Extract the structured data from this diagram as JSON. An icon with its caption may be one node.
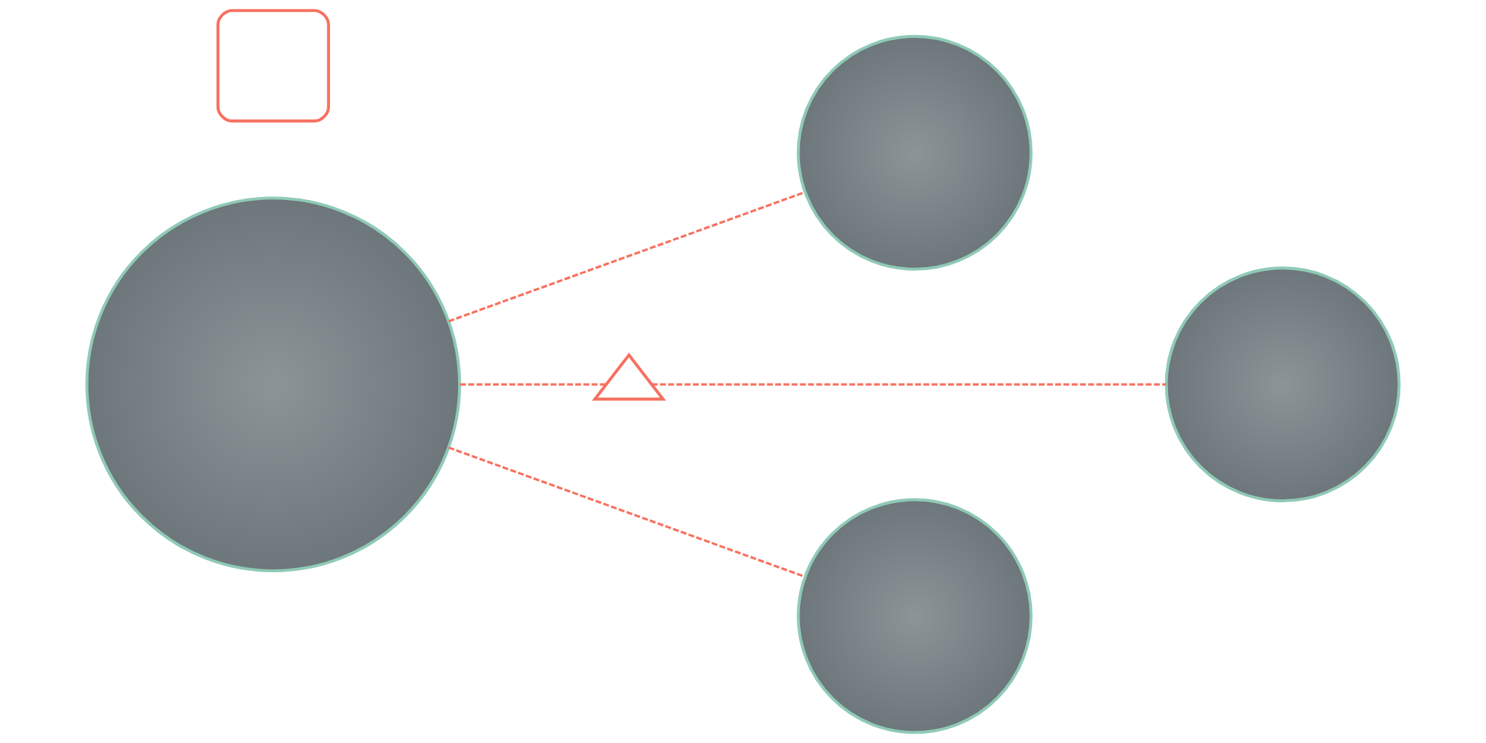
{
  "diagram": {
    "nodes": [
      {
        "text": [],
        "shape": "box"
      },
      {
        "text": [],
        "shape": "circle"
      },
      {
        "text": [],
        "shape": "circle"
      },
      {
        "text": [],
        "shape": "triangle"
      },
      {
        "text": [],
        "shape": "circle"
      },
      {
        "text": [],
        "shape": "circle"
      }
    ],
    "edges": [
      {
        "from": 1,
        "to": 2,
        "arrow": "none",
        "style": "dashed"
      },
      {
        "from": 1,
        "to": 3,
        "arrow": "none",
        "style": "dashed"
      },
      {
        "from": 3,
        "to": 4,
        "arrow": "none",
        "style": "dashed"
      },
      {
        "from": 1,
        "to": 5,
        "arrow": "none",
        "style": "dashed"
      }
    ]
  }
}
